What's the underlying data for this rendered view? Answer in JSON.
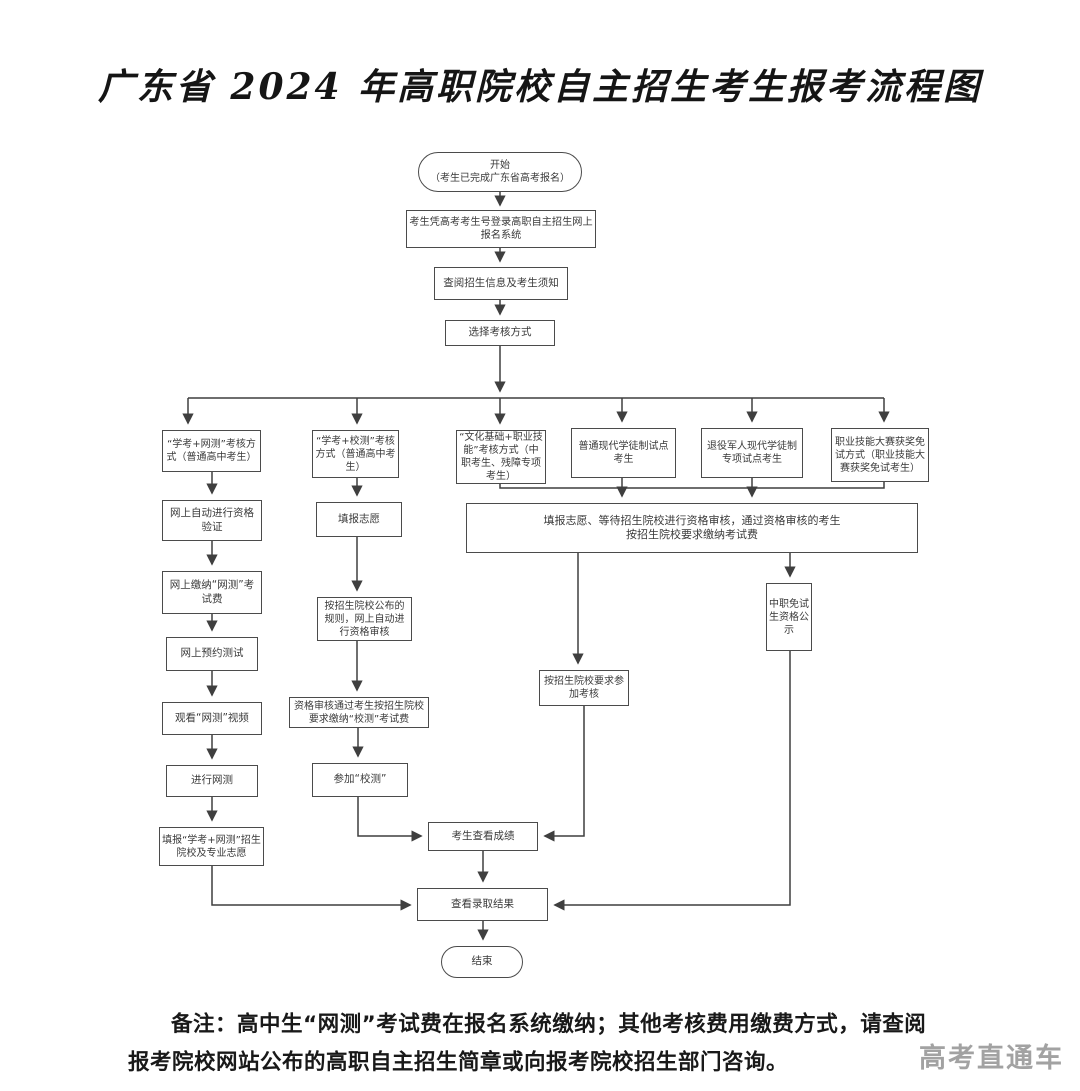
{
  "title": "广东省 2024 年高职院校自主招生考生报考流程图",
  "flowchart": {
    "start": "开始\n（考生已完成广东省高考报名）",
    "login": "考生凭高考考生号登录高职自主招生网上\n报名系统",
    "check_info": "查阅招生信息及考生须知",
    "choose_method": "选择考核方式",
    "branch_xuekao_wangce": "“学考+网测”考核方式（普通高中考生）",
    "branch_xuekao_xiaoce": "“学考+校测”考核方式（普通高中考生）",
    "branch_wenhua_jineng": "“文化基础+职业技能”考核方式（中职考生、残障专项考生）",
    "branch_xuetuzhi": "普通现代学徒制试点考生",
    "branch_tuiyi_junren": "退役军人现代学徒制专项试点考生",
    "branch_jineng_dasai": "职业技能大赛获奖免试方式（职业技能大赛获奖免试考生）",
    "wangce_verify": "网上自动进行资格验证",
    "wangce_pay": "网上缴纳“网测”考试费",
    "wangce_book": "网上预约测试",
    "wangce_watch": "观看“网测”视频",
    "wangce_test": "进行网测",
    "wangce_fill": "填报“学考+网测”招生院校及专业志愿",
    "xiaoce_fill": "填报志愿",
    "xiaoce_review": "按招生院校公布的规则，网上自动进行资格审核",
    "xiaoce_pay": "资格审核通过考生按招生院校要求缴纳“校测”考试费",
    "xiaoce_attend": "参加“校测”",
    "merge_fill_pay": "填报志愿、等待招生院校进行资格审核，通过资格审核的考生\n按招生院校要求缴纳考试费",
    "zhongzhi_publicity": "中职免试生资格公示",
    "attend_assessment": "按招生院校要求参加考核",
    "view_score": "考生查看成绩",
    "view_result": "查看录取结果",
    "end": "结束"
  },
  "note": "备注：高中生“网测”考试费在报名系统缴纳；其他考核费用缴费方式，请查阅报考院校网站公布的高职自主招生简章或向报考院校招生部门咨询。",
  "watermark": "高考直通车",
  "colors": {
    "line": "#3f3f3f",
    "border": "#4b4b4b",
    "text": "#3a3a3a"
  }
}
